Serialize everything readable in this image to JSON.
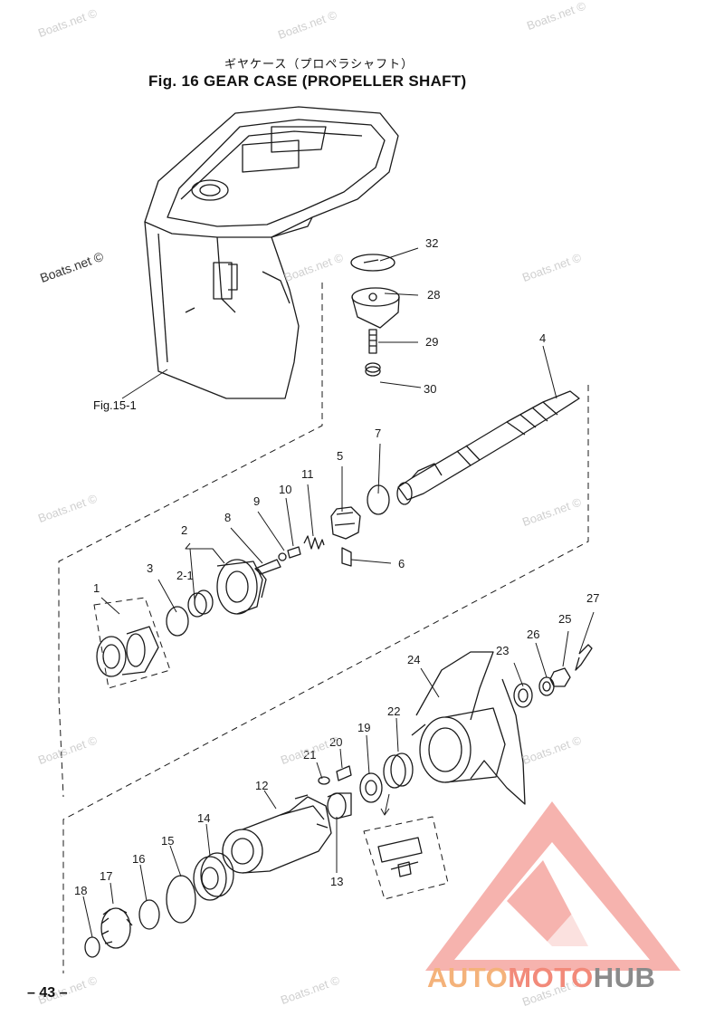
{
  "header": {
    "japanese_title": "ギヤケース（プロペラシャフト）",
    "title": "Fig. 16   GEAR CASE   (PROPELLER SHAFT)"
  },
  "reference_label": "Fig.15-1",
  "page_number": "– 43 –",
  "watermark_text": "Boats.net ©",
  "logo": {
    "part1": "AUTO",
    "part2": "MOTO",
    "part3": "HUB"
  },
  "callouts": [
    "1",
    "2",
    "2-1",
    "3",
    "4",
    "5",
    "6",
    "7",
    "8",
    "9",
    "10",
    "11",
    "12",
    "13",
    "14",
    "15",
    "16",
    "17",
    "18",
    "19",
    "20",
    "21",
    "22",
    "23",
    "24",
    "25",
    "26",
    "27",
    "28",
    "29",
    "30",
    "32"
  ],
  "colors": {
    "ink": "#1a1a1a",
    "logo_orange": "#f4b27a",
    "logo_red": "#f28a7a",
    "logo_gray": "#8b8b8b",
    "logo_triangle": "#f4a6a0",
    "watermark": "#cfcfcf"
  }
}
